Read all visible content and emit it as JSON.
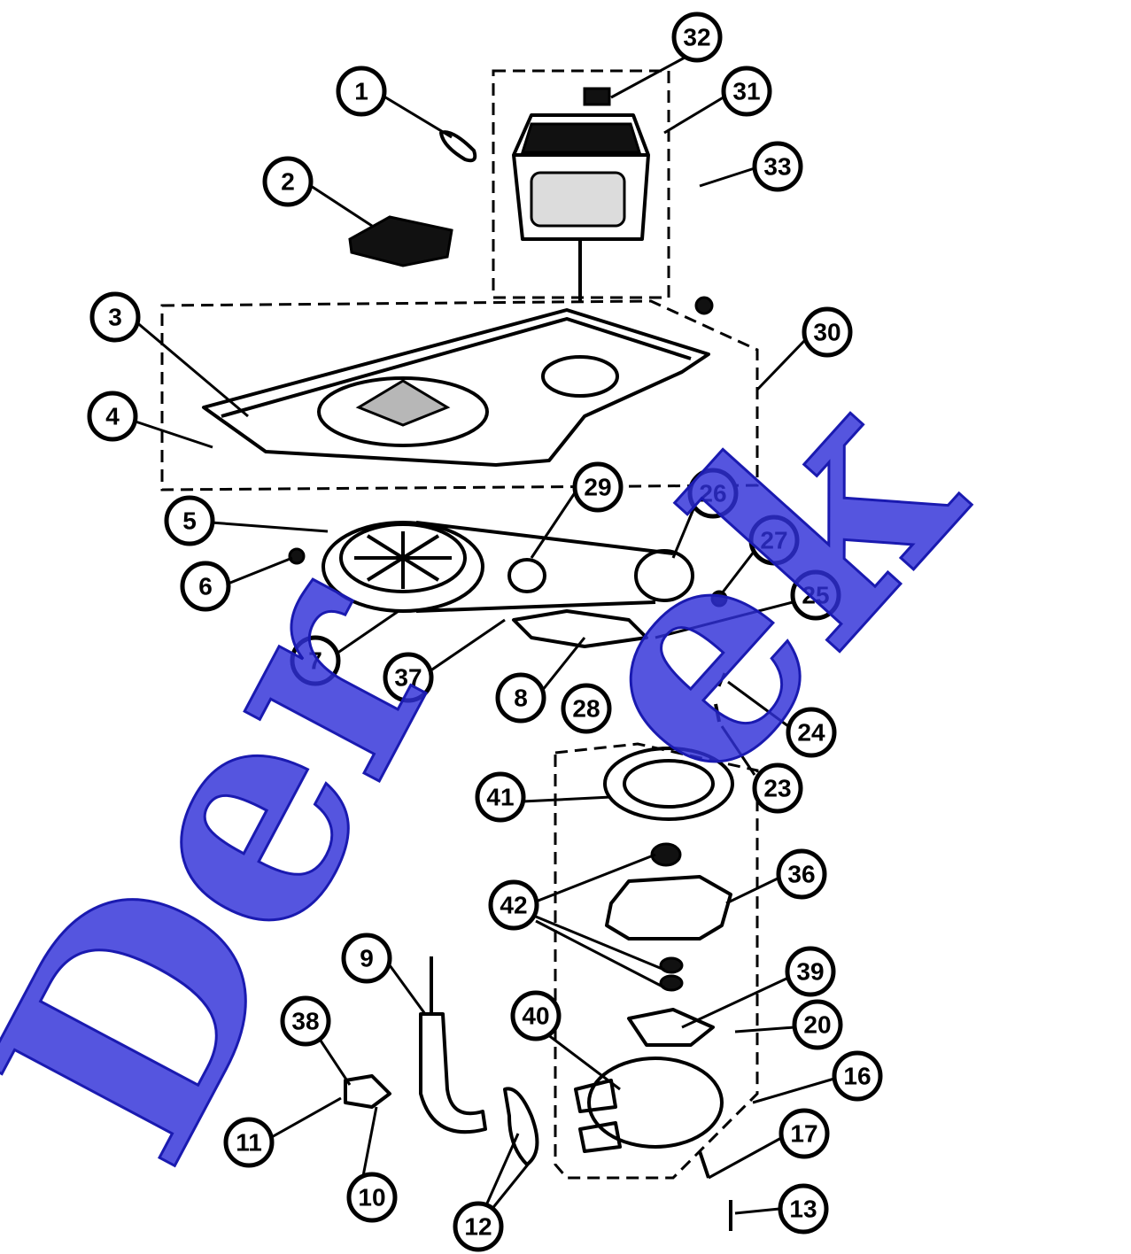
{
  "diagram": {
    "callouts": [
      {
        "id": "c1",
        "label": "1"
      },
      {
        "id": "c2",
        "label": "2"
      },
      {
        "id": "c3",
        "label": "3"
      },
      {
        "id": "c4",
        "label": "4"
      },
      {
        "id": "c5",
        "label": "5"
      },
      {
        "id": "c6",
        "label": "6"
      },
      {
        "id": "c7",
        "label": "7"
      },
      {
        "id": "c8",
        "label": "8"
      },
      {
        "id": "c9",
        "label": "9"
      },
      {
        "id": "c10",
        "label": "10"
      },
      {
        "id": "c11",
        "label": "11"
      },
      {
        "id": "c12",
        "label": "12"
      },
      {
        "id": "c13",
        "label": "13"
      },
      {
        "id": "c16",
        "label": "16"
      },
      {
        "id": "c17",
        "label": "17"
      },
      {
        "id": "c20",
        "label": "20"
      },
      {
        "id": "c23",
        "label": "23"
      },
      {
        "id": "c24",
        "label": "24"
      },
      {
        "id": "c25",
        "label": "25"
      },
      {
        "id": "c26",
        "label": "26"
      },
      {
        "id": "c27",
        "label": "27"
      },
      {
        "id": "c28",
        "label": "28"
      },
      {
        "id": "c29",
        "label": "29"
      },
      {
        "id": "c30",
        "label": "30"
      },
      {
        "id": "c31",
        "label": "31"
      },
      {
        "id": "c32",
        "label": "32"
      },
      {
        "id": "c33",
        "label": "33"
      },
      {
        "id": "c36",
        "label": "36"
      },
      {
        "id": "c37",
        "label": "37"
      },
      {
        "id": "c38",
        "label": "38"
      },
      {
        "id": "c39",
        "label": "39"
      },
      {
        "id": "c40",
        "label": "40"
      },
      {
        "id": "c41",
        "label": "41"
      },
      {
        "id": "c42",
        "label": "42"
      }
    ]
  },
  "watermark": {
    "text_1": "Der",
    "text_2": "ek"
  },
  "colors": {
    "ink": "#000000",
    "watermark": "#2f2fd8",
    "background": "#ffffff"
  }
}
